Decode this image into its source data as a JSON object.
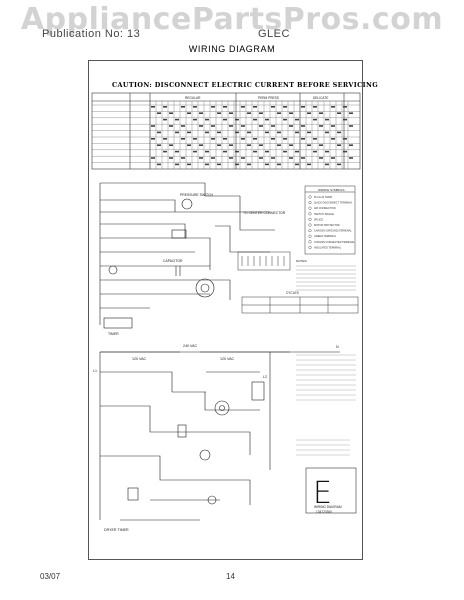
{
  "watermark": "AppliancePartsPros.com",
  "header": {
    "brand_fragment": "Publication No: 13",
    "model_fragment": "GLEC"
  },
  "page_heading": "WIRING DIAGRAM",
  "caution": "CAUTION: DISCONNECT ELECTRIC CURRENT BEFORE SERVICING",
  "chart_section_labels": [
    "REGULAR",
    "PERM PRESS",
    "DELICATE"
  ],
  "legend": {
    "title": "WIRING SYMBOLS",
    "items": [
      "PLUG-IN TERM",
      "QUICK DISCONNECT TERMINAL",
      "AIR CONNECTION",
      "SWITCH-SINGLE",
      "SPLICE",
      "MOTOR PROTECTOR",
      "CHASSIS (GROUND) TERMINAL",
      "GREEN TERMINAL",
      "CHASSIS CONNECTED TERMINAL",
      "INSULATED TERMINAL"
    ]
  },
  "diagram_labels": {
    "pressure_switch": "PRESSURE SWITCH",
    "capacitor": "CAPACITOR",
    "timer": "TIMER",
    "to_center_connector": "TO CENTER CONNECTOR",
    "cycles": "CYCLES",
    "volts_240": "240 VAC",
    "volts_120a": "120 VAC",
    "volts_120b": "120 VAC",
    "l1": "L1",
    "l2": "L2",
    "n": "N",
    "dryer_timer": "DRYER TIMER",
    "wiring_diagram_caption": "WIRING DIAGRAM",
    "part_number": "134723300"
  },
  "notes_title": "NOTES:",
  "diagram_letter": "E",
  "footer": {
    "date": "03/07",
    "page": "14"
  }
}
